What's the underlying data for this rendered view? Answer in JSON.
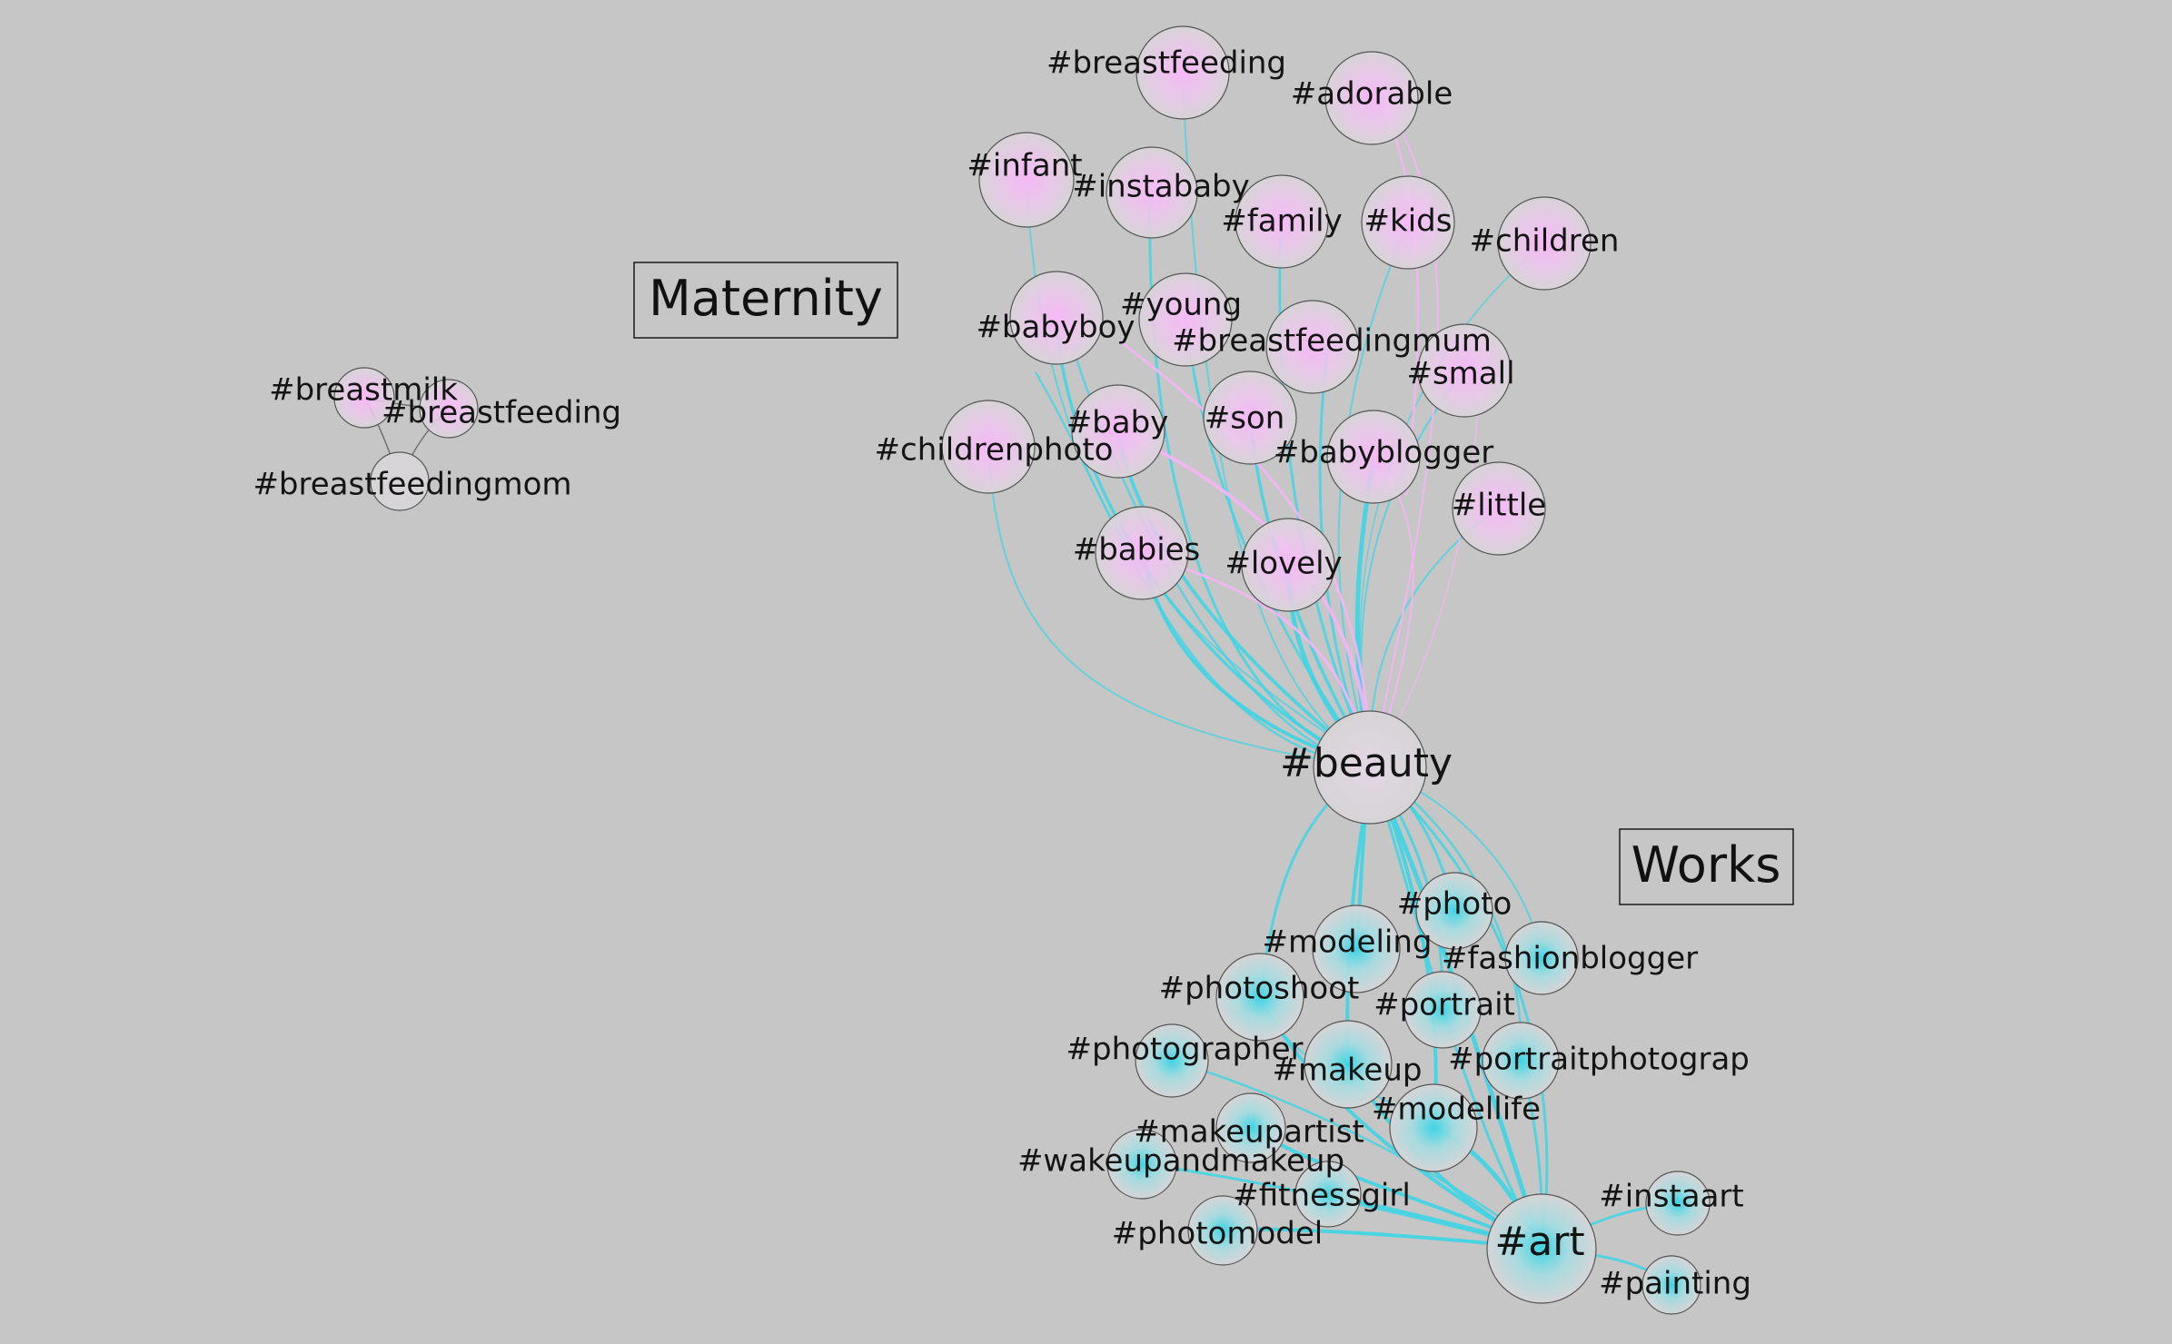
{
  "colors": {
    "background": "#c6c6c6",
    "maternity_edge": "#f4b4f4",
    "maternity_glow": "#f6b8f6",
    "works_edge": "#3ed4e4",
    "works_glow": "#3ed4e4",
    "node_fill": "#d6d4d6",
    "node_stroke": "#555555",
    "label": "#141414"
  },
  "clusters": {
    "maternity": "Maternity",
    "works": "Works"
  },
  "nodes": {
    "breastmilk": "#breastmilk",
    "breastfeeding_small": "#breastfeeding",
    "breastfeedingmom": "#breastfeedingmom",
    "breastfeeding": "#breastfeeding",
    "adorable": "#adorable",
    "infant": "#infant",
    "instababy": "#instababy",
    "family": "#family",
    "kids": "#kids",
    "children": "#children",
    "babyboy": "#babyboy",
    "young": "#young",
    "breastfeedingmum": "#breastfeedingmum",
    "small": "#small",
    "baby": "#baby",
    "son": "#son",
    "childrenphoto": "#childrenphoto",
    "babyblogger": "#babyblogger",
    "little": "#little",
    "babies": "#babies",
    "lovely": "#lovely",
    "beauty": "#beauty",
    "photo": "#photo",
    "modeling": "#modeling",
    "fashionblogger": "#fashionblogger",
    "photoshoot": "#photoshoot",
    "portrait": "#portrait",
    "photographer": "#photographer",
    "makeup": "#makeup",
    "portraitphotograp": "#portraitphotograp",
    "modellife": "#modellife",
    "makeupartist": "#makeupartist",
    "wakeupandmakeup": "#wakeupandmakeup",
    "fitnessgirl": "#fitnessgirl",
    "instaart": "#instaart",
    "photomodel": "#photomodel",
    "art": "#art",
    "painting": "#painting"
  }
}
